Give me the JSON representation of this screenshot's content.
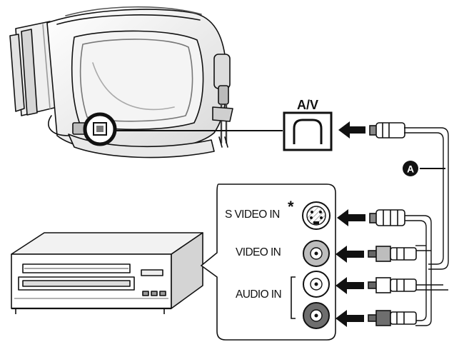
{
  "diagram": {
    "av_jack_label": "A/V",
    "cable_marker": "A",
    "asterisk": "*",
    "vcr_inputs": [
      {
        "label": "S VIDEO IN",
        "jack": "s-video"
      },
      {
        "label": "VIDEO IN",
        "jack": "video"
      },
      {
        "label": "AUDIO IN",
        "jack": "audio-pair"
      }
    ],
    "colors": {
      "ink": "#111111",
      "video_jack": "#bdbdbd",
      "audio_left_jack": "#ffffff",
      "audio_right_jack": "#6e6e6e"
    }
  }
}
